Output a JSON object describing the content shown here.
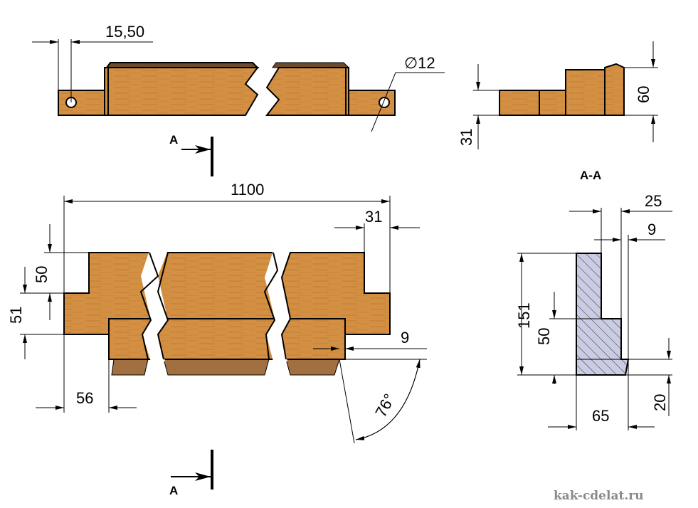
{
  "colors": {
    "wood": "#d38f42",
    "wood_dark": "#9c6a3a",
    "section_fill": "#c9cce3",
    "watermark": "#8a8a8a"
  },
  "top_view": {
    "dim_hole_offset": "15,50",
    "dim_hole_diameter": "∅12",
    "section_label": "A"
  },
  "side_view": {
    "dim_height_low": "31",
    "dim_height_high": "60"
  },
  "front_view": {
    "dim_length": "1100",
    "dim_end_step": "31",
    "dim_upper_height": "50",
    "dim_lower_height": "51",
    "dim_strip_offset": "56",
    "dim_strip_overhang": "9",
    "dim_angle": "76°",
    "section_label": "A"
  },
  "section_view": {
    "title": "A-A",
    "dim_top_width": "25",
    "dim_step": "9",
    "dim_total_height": "151",
    "dim_mid_height": "50",
    "dim_bottom_height": "20",
    "dim_base_width": "65"
  },
  "watermark": "kak-cdelat.ru"
}
